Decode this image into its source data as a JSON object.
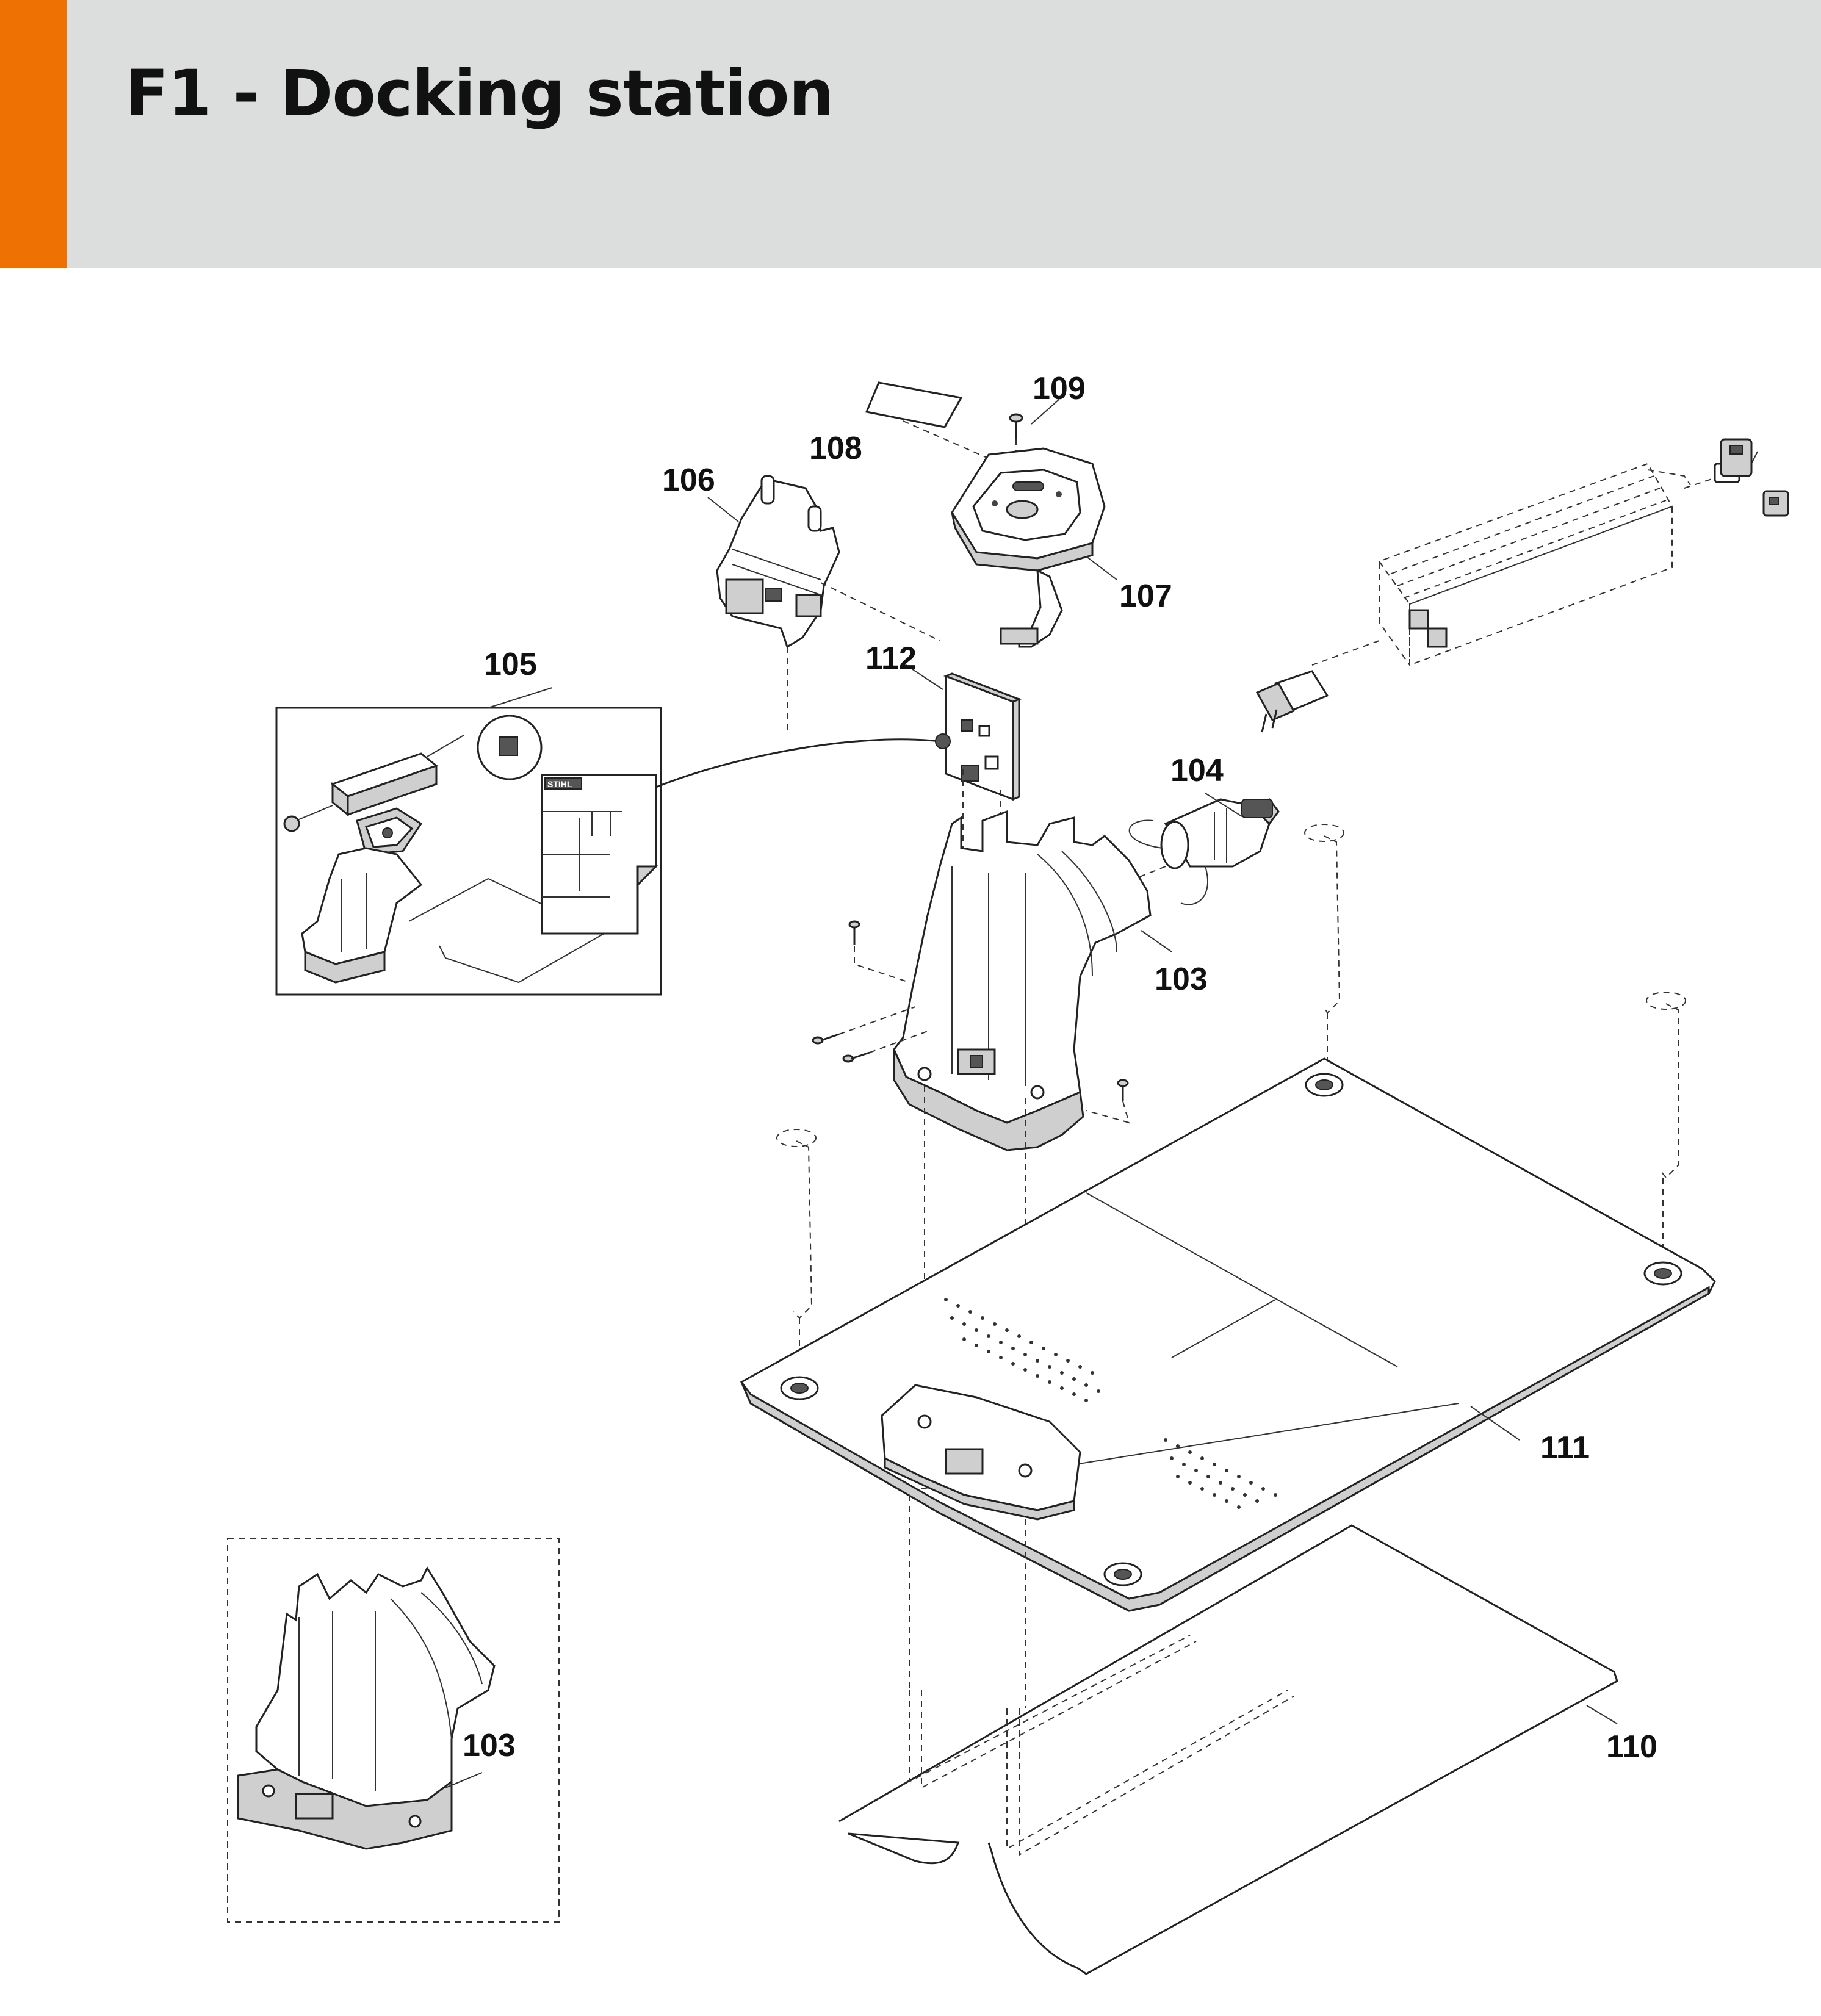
{
  "header": {
    "title": "F1 - Docking station",
    "accent_color": "#ee7203",
    "background_color": "#dcdddd"
  },
  "callouts": {
    "c103_main": "103",
    "c103_inset": "103",
    "c104": "104",
    "c105": "105",
    "c106": "106",
    "c107": "107",
    "c108": "108",
    "c109": "109",
    "c110": "110",
    "c111": "111",
    "c112": "112"
  },
  "kit_sheet": {
    "brand": "STIHL"
  }
}
